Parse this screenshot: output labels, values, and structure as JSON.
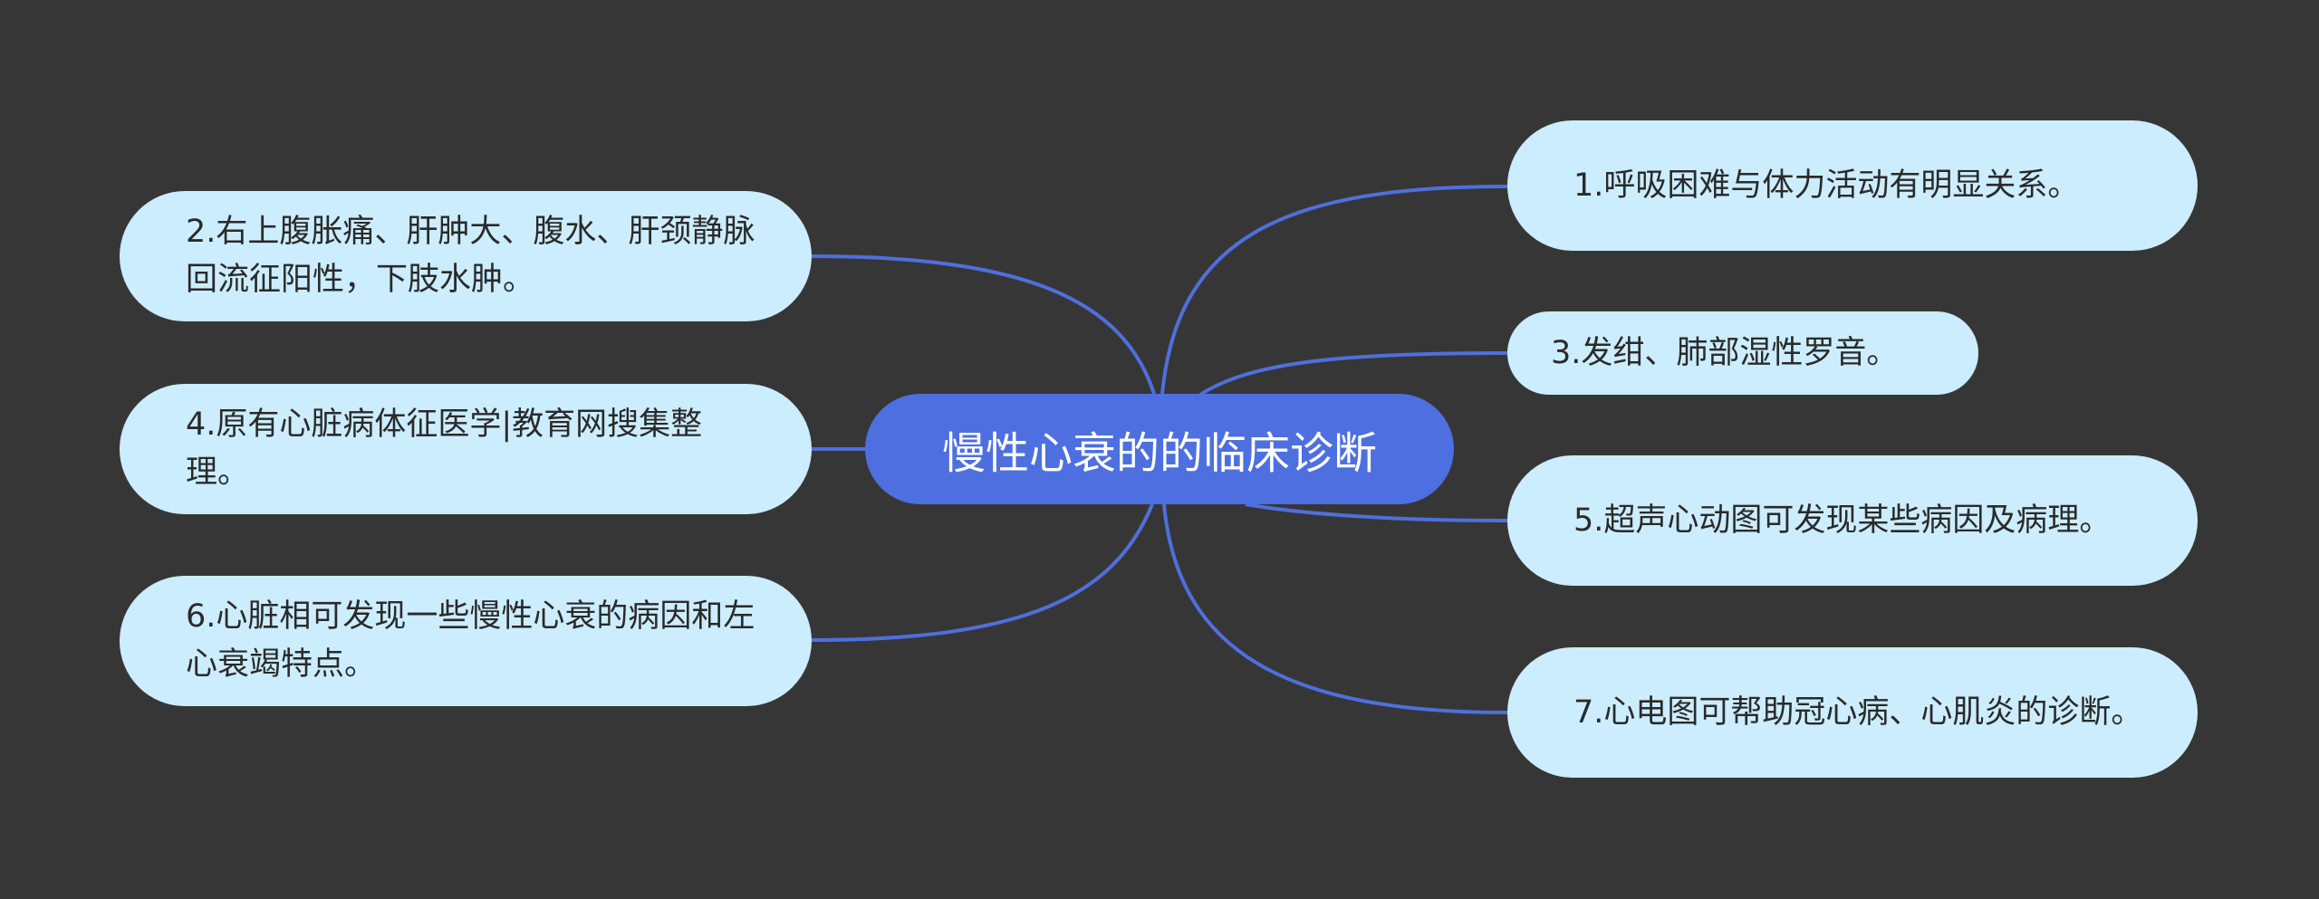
{
  "colors": {
    "background": "#373637",
    "center_fill": "#4d6fe0",
    "node_fill": "#ccedfd",
    "link": "#4f6fdc"
  },
  "center": {
    "label": "慢性心衰的的临床诊断"
  },
  "nodes": [
    {
      "id": "n1",
      "text": "1.呼吸困难与体力活动有明显关系。"
    },
    {
      "id": "n2",
      "text": "2.右上腹胀痛、肝肿大、腹水、肝颈静脉回流征阳性，下肢水肿。"
    },
    {
      "id": "n3",
      "text": "3.发绀、肺部湿性罗音。"
    },
    {
      "id": "n4",
      "text": "4.原有心脏病体征医学|教育网搜集整理。"
    },
    {
      "id": "n5",
      "text": "5.超声心动图可发现某些病因及病理。"
    },
    {
      "id": "n6",
      "text": "6.心脏相可发现一些慢性心衰的病因和左心衰竭特点。"
    },
    {
      "id": "n7",
      "text": "7.心电图可帮助冠心病、心肌炎的诊断。"
    }
  ]
}
